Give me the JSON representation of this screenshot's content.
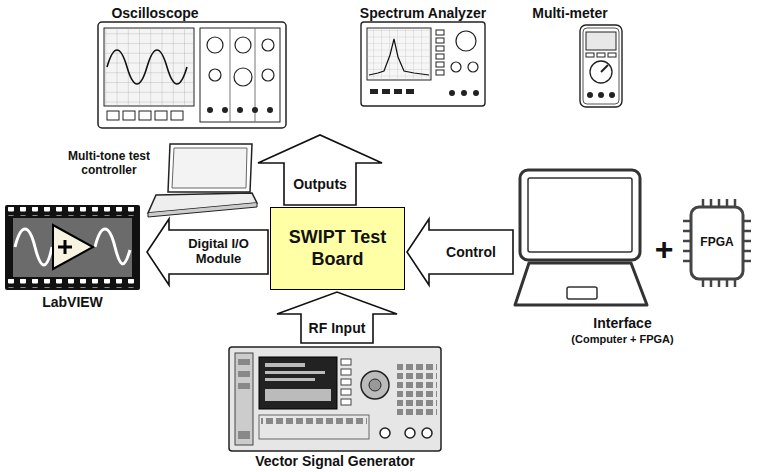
{
  "diagram": {
    "nodes": [
      {
        "text": [
          "Oscilloscope"
        ]
      },
      {
        "text": [
          "Spectrum Analyzer"
        ]
      },
      {
        "text": [
          "Multi-meter"
        ]
      },
      {
        "text": [
          "Multi-tone test controller"
        ]
      },
      {
        "text": [
          "LabVIEW"
        ]
      },
      {
        "text": [
          "SWIPT Test Board"
        ]
      },
      {
        "text": [
          "Interface",
          "(Computer + FPGA)"
        ]
      },
      {
        "text": [
          "Vector Signal Generator"
        ]
      }
    ],
    "edges": [
      {
        "from": 5,
        "to": 0,
        "label": "Outputs",
        "arrow": "to"
      },
      {
        "from": 5,
        "to": 4,
        "label": "Digital I/O Module",
        "arrow": "to"
      },
      {
        "from": 6,
        "to": 5,
        "label": "Control",
        "arrow": "to"
      },
      {
        "from": 7,
        "to": 5,
        "label": "RF Input",
        "arrow": "to"
      }
    ],
    "labels": [
      "+",
      "FPGA"
    ]
  }
}
